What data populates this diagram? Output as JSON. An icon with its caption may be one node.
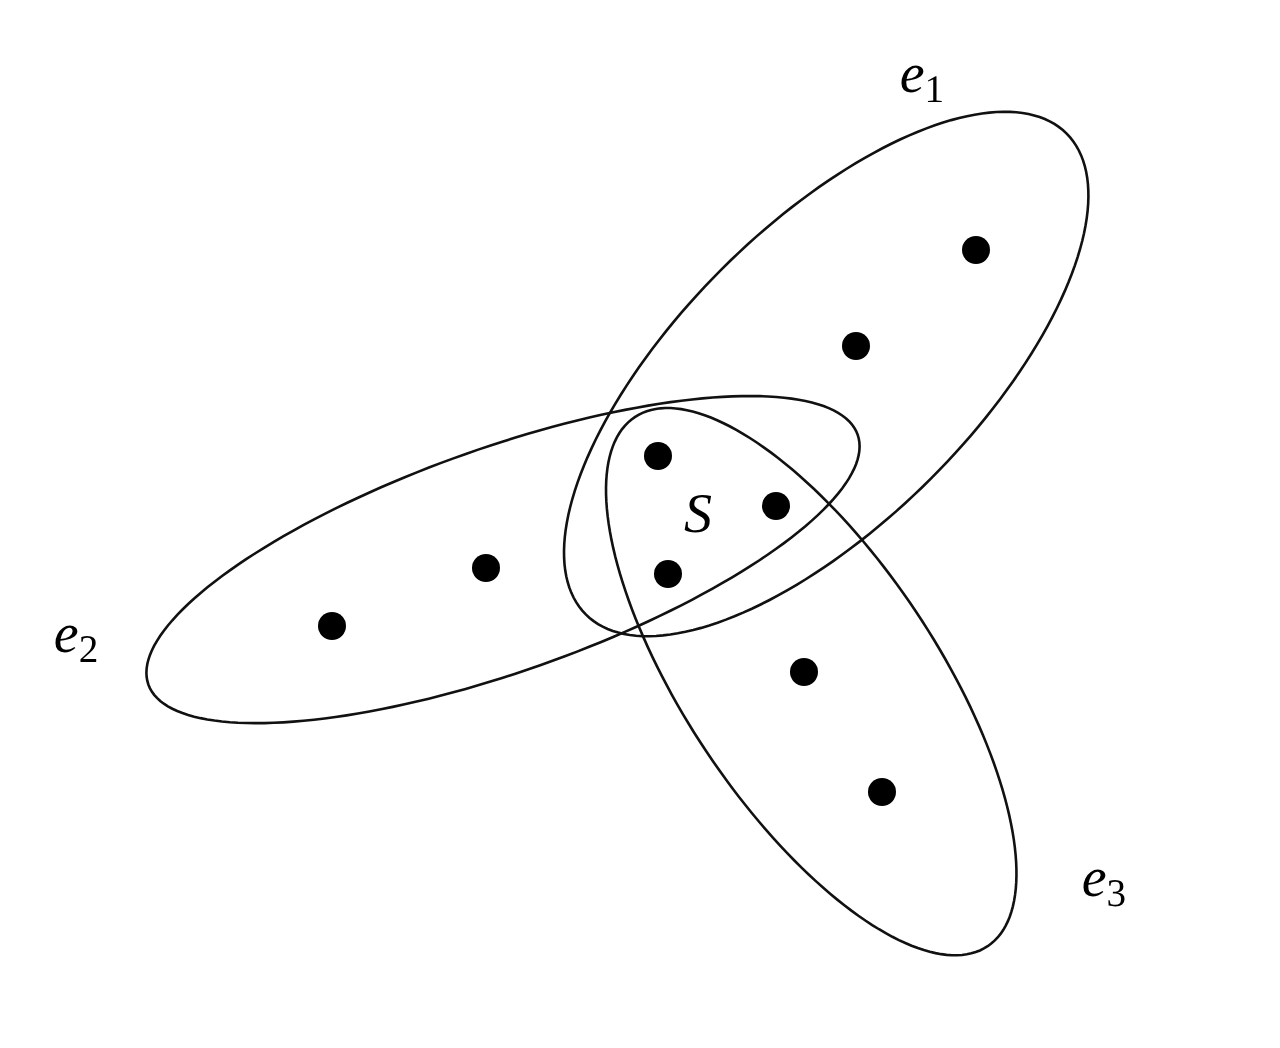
{
  "diagram": {
    "nodes": [
      {
        "text": [
          "e$_{1}$"
        ]
      },
      {
        "text": [
          "e$_{2}$"
        ]
      },
      {
        "text": [
          "e$_{3}$"
        ]
      },
      {
        "text": [],
        "shape": "circle",
        "in": 0
      },
      {
        "text": [],
        "shape": "circle",
        "in": 0
      },
      {
        "text": [],
        "shape": "circle"
      },
      {
        "text": [],
        "shape": "circle"
      },
      {
        "text": [],
        "shape": "circle",
        "in": 1
      },
      {
        "text": [],
        "shape": "circle"
      },
      {
        "text": [],
        "shape": "circle",
        "in": 1
      },
      {
        "text": [],
        "shape": "circle",
        "in": 2
      },
      {
        "text": [],
        "shape": "circle",
        "in": 2
      }
    ],
    "labels": [
      "S"
    ]
  }
}
